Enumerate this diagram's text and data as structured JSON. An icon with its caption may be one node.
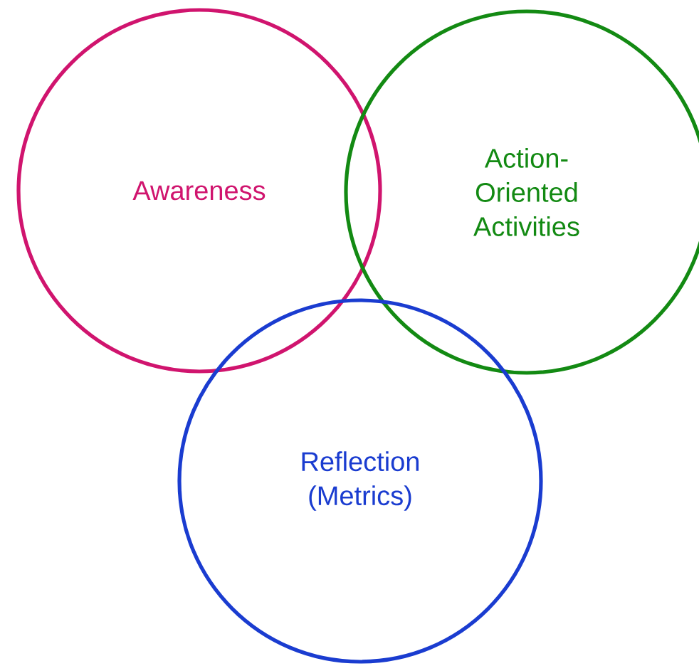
{
  "diagram": {
    "nodes": [
      {
        "text": [
          "Awareness"
        ]
      },
      {
        "text": [
          "Action- Oriented Activities"
        ]
      },
      {
        "text": [
          "Reflection (Metrics)"
        ]
      }
    ]
  }
}
